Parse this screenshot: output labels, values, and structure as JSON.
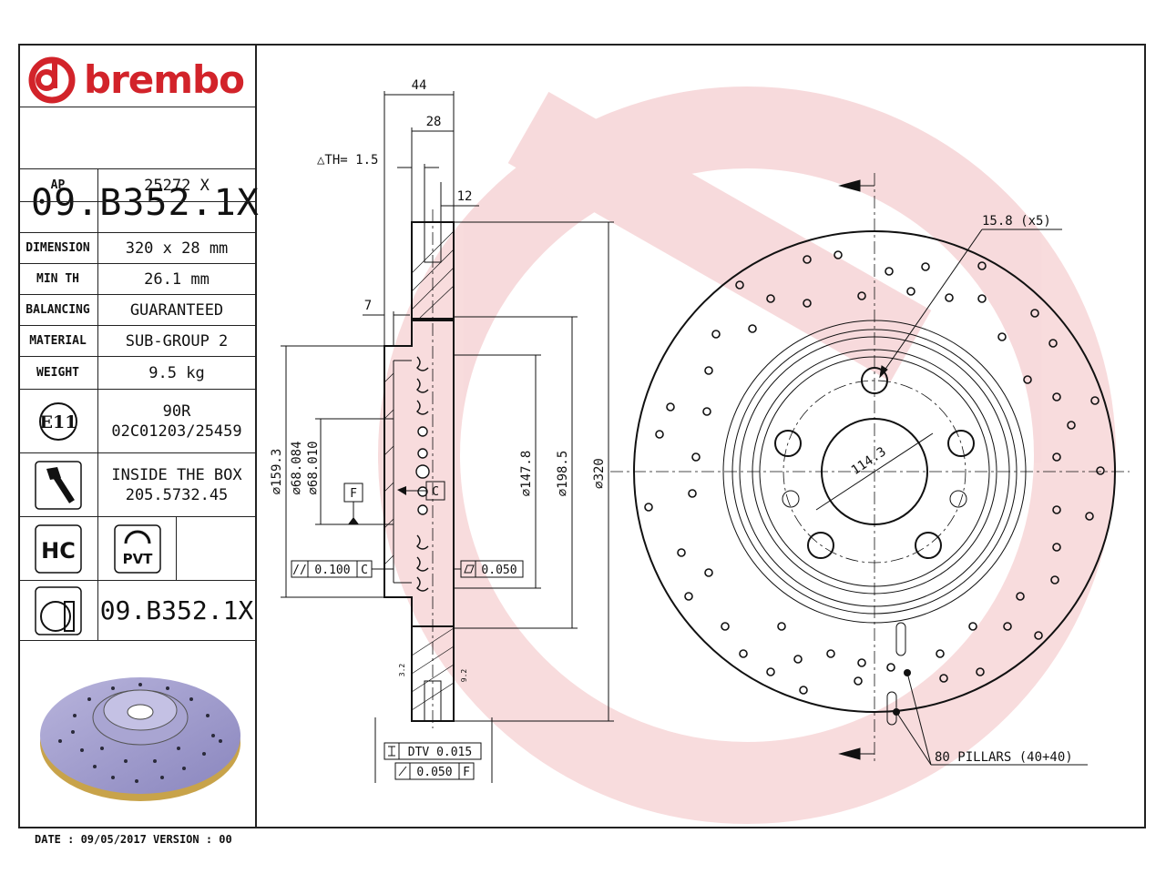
{
  "brand": {
    "name": "brembo",
    "color": "#d2232a"
  },
  "part_code": "09.B352.1X",
  "specs": [
    {
      "label": "AP",
      "value": "25272 X"
    },
    {
      "label": "",
      "value": ""
    },
    {
      "label": "DIMENSION",
      "value": "320 x 28 mm"
    },
    {
      "label": "MIN TH",
      "value": "26.1 mm"
    },
    {
      "label": "BALANCING",
      "value": "GUARANTEED"
    },
    {
      "label": "MATERIAL",
      "value": "SUB-GROUP 2"
    },
    {
      "label": "WEIGHT",
      "value": "9.5 kg"
    }
  ],
  "homologation": {
    "badge": "E11",
    "line1": "90R",
    "line2": "02C01203/25459"
  },
  "hardware": {
    "icon": "screw-icon",
    "line1": "INSIDE THE BOX",
    "line2": "205.5732.45"
  },
  "badges": {
    "hc": "HC",
    "pvt": "PVT"
  },
  "bottom_code": "09.B352.1X",
  "footer": "DATE : 09/05/2017 VERSION : 00",
  "dimensions": {
    "overall_width": "44",
    "thickness": "28",
    "delta_th": "△TH= 1.5",
    "plate": "12",
    "offset": "7",
    "d_hat": "⌀159.3",
    "d_bore_1": "⌀68.084",
    "d_bore_2": "⌀68.010",
    "d_inner": "⌀147.8",
    "d_mid": "⌀198.5",
    "d_outer": "⌀320",
    "datum_f": "F",
    "datum_c": "C",
    "parallel_tol": "0.100",
    "parallel_ref": "C",
    "flat_tol": "0.050",
    "dtv_label": "DTV 0.015",
    "runout_tol": "0.050",
    "runout_ref": "F",
    "holes": "15.8 (x5)",
    "pcd": "114.3",
    "pillars": "80 PILLARS (40+40)",
    "groove_a": "3.2",
    "groove_b": "9.2"
  }
}
